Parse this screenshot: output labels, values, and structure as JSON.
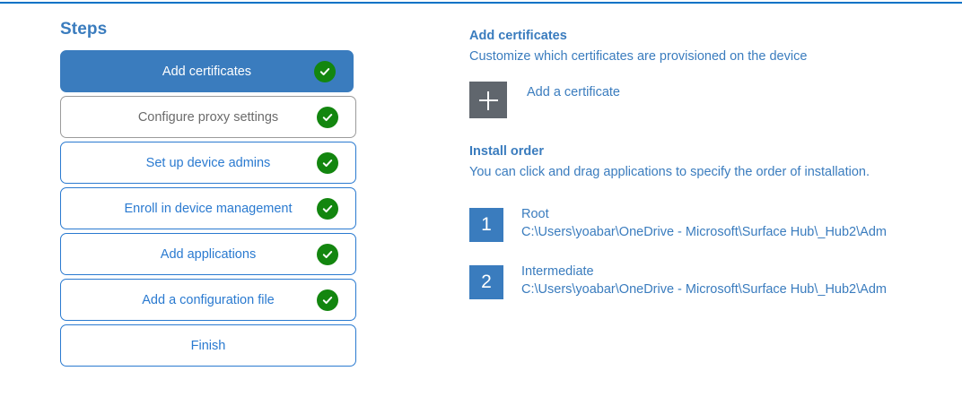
{
  "accent": {
    "rule": "#0072c6",
    "blue": "#3a7cbe",
    "link_blue": "#2a7ad0",
    "muted_gray": "#6b6b6b",
    "check_green": "#13860f",
    "plus_gray": "#60666d"
  },
  "steps": {
    "title": "Steps",
    "items": [
      {
        "label": "Add certificates",
        "state": "active",
        "complete": true
      },
      {
        "label": "Configure proxy settings",
        "state": "muted",
        "complete": true
      },
      {
        "label": "Set up device admins",
        "state": "default",
        "complete": true
      },
      {
        "label": "Enroll in device management",
        "state": "default",
        "complete": true
      },
      {
        "label": "Add applications",
        "state": "default",
        "complete": true
      },
      {
        "label": "Add a configuration file",
        "state": "default",
        "complete": true
      },
      {
        "label": "Finish",
        "state": "default",
        "complete": false
      }
    ]
  },
  "detail": {
    "heading": "Add certificates",
    "subtitle": "Customize which certificates are provisioned on the device",
    "add_certificate_label": "Add a certificate",
    "add_certificate_icon": "plus-icon",
    "install_order": {
      "heading": "Install order",
      "subtitle": "You can click and drag applications to specify the order of installation.",
      "items": [
        {
          "number": "1",
          "name": "Root",
          "path": "C:\\Users\\yoabar\\OneDrive - Microsoft\\Surface Hub\\_Hub2\\Adm"
        },
        {
          "number": "2",
          "name": "Intermediate",
          "path": "C:\\Users\\yoabar\\OneDrive - Microsoft\\Surface Hub\\_Hub2\\Adm"
        }
      ]
    }
  }
}
